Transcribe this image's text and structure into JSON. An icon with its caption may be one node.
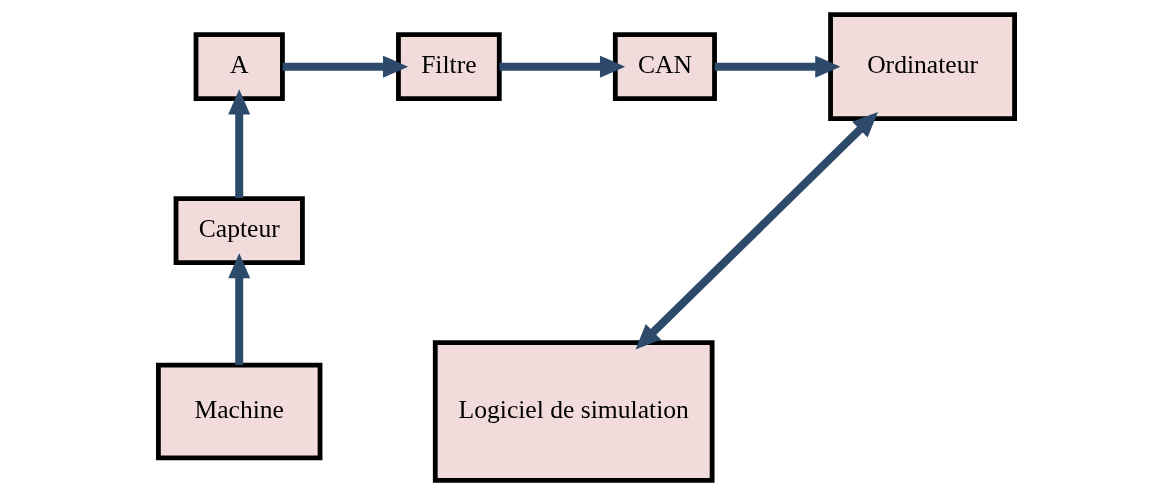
{
  "diagram": {
    "nodes": [
      {
        "text": [
          "A"
        ]
      },
      {
        "text": [
          "Filtre"
        ]
      },
      {
        "text": [
          "CAN"
        ]
      },
      {
        "text": [
          "Ordinateur"
        ]
      },
      {
        "text": [
          "Capteur"
        ]
      },
      {
        "text": [
          "Machine"
        ]
      },
      {
        "text": [
          "Logiciel de simulation"
        ]
      }
    ],
    "edges": [
      {
        "from": 5,
        "to": 4,
        "arrow": "to"
      },
      {
        "from": 4,
        "to": 0,
        "arrow": "to"
      },
      {
        "from": 0,
        "to": 1,
        "arrow": "to"
      },
      {
        "from": 1,
        "to": 2,
        "arrow": "to"
      },
      {
        "from": 2,
        "to": 3,
        "arrow": "to"
      },
      {
        "from": 3,
        "to": 6,
        "arrow": "both"
      }
    ]
  }
}
